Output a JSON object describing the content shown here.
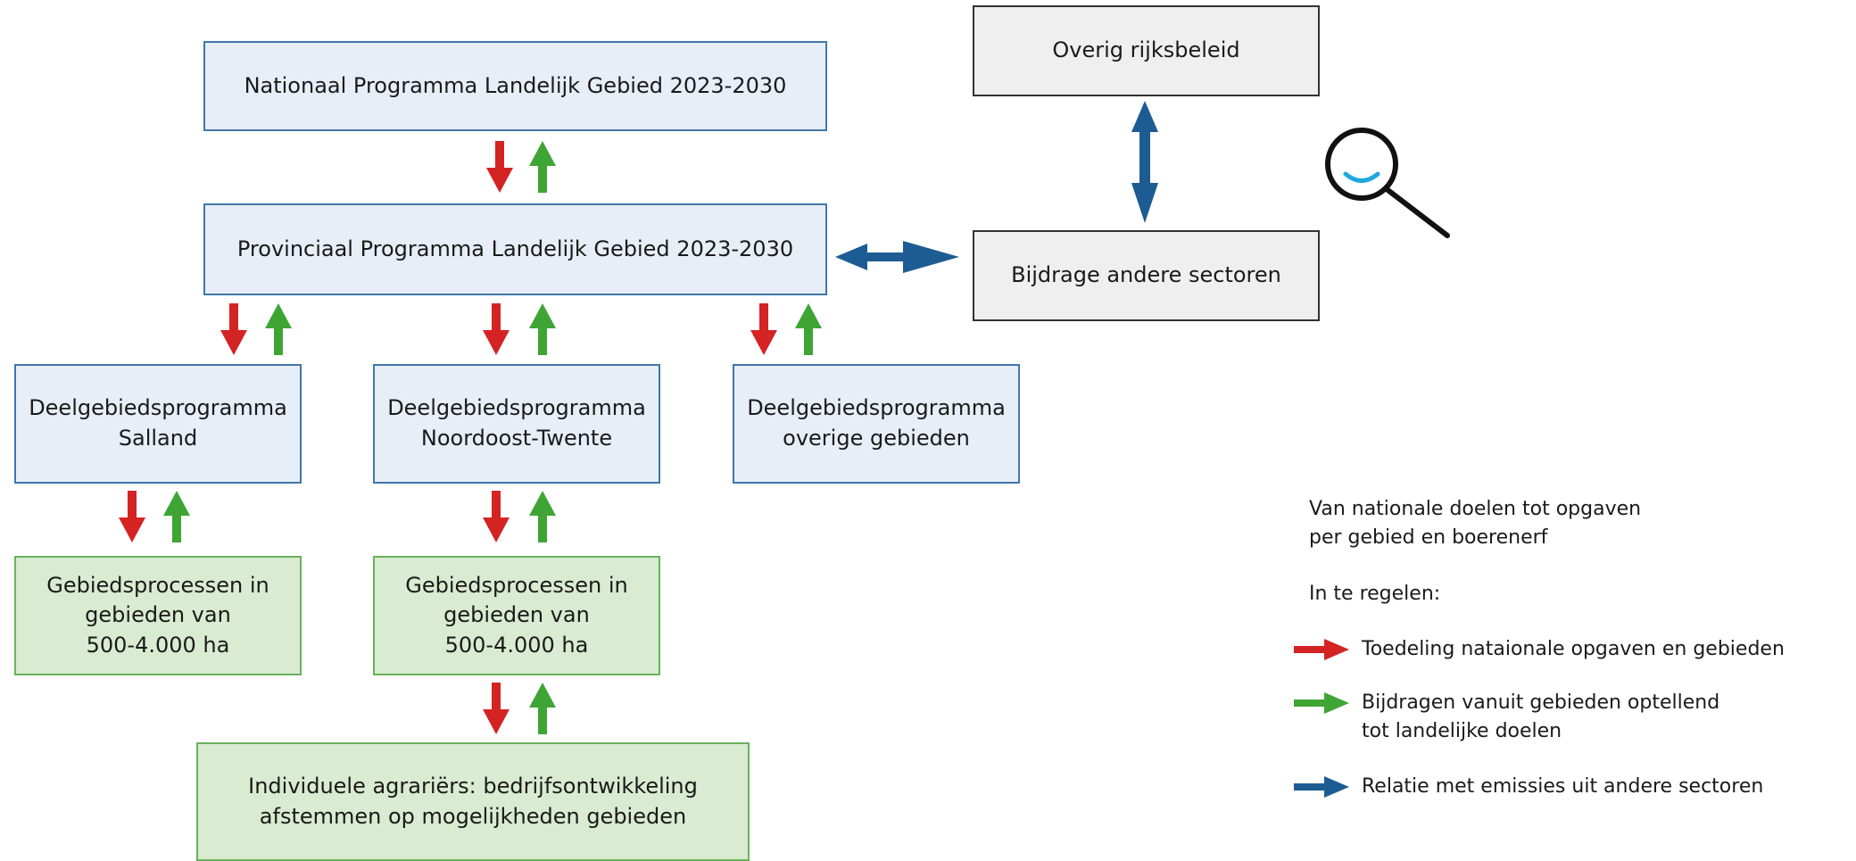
{
  "diagram": {
    "boxes": {
      "national": "Nationaal Programma Landelijk Gebied 2023-2030",
      "provincial": "Provinciaal Programma Landelijk Gebied 2023-2030",
      "overig": "Overig rijksbeleid",
      "bijdrage": "Bijdrage andere sectoren",
      "salland": "Deelgebiedsprogramma\nSalland",
      "twente": "Deelgebiedsprogramma\nNoordoost-Twente",
      "overige": "Deelgebiedsprogramma\noverige gebieden",
      "gebied1": "Gebiedsprocessen in\ngebieden van\n500-4.000 ha",
      "gebied2": "Gebiedsprocessen in\ngebieden van\n500-4.000 ha",
      "agrariers": "Individuele agrariërs: bedrijfsontwikkeling\nafstemmen op mogelijkheden gebieden"
    },
    "colors": {
      "red": "#d42323",
      "green": "#3ea535",
      "blue": "#1d5c93"
    }
  },
  "legend": {
    "intro": "Van nationale doelen tot opgaven\nper gebied en boerenerf",
    "subheading": "In  te regelen:",
    "items": [
      {
        "color": "red",
        "label": "Toedeling nataionale opgaven en gebieden"
      },
      {
        "color": "green",
        "label": "Bijdragen vanuit gebieden optellend\ntot landelijke doelen"
      },
      {
        "color": "blue",
        "label": "Relatie met emissies uit andere sectoren"
      }
    ]
  },
  "search_icon": "search-icon"
}
